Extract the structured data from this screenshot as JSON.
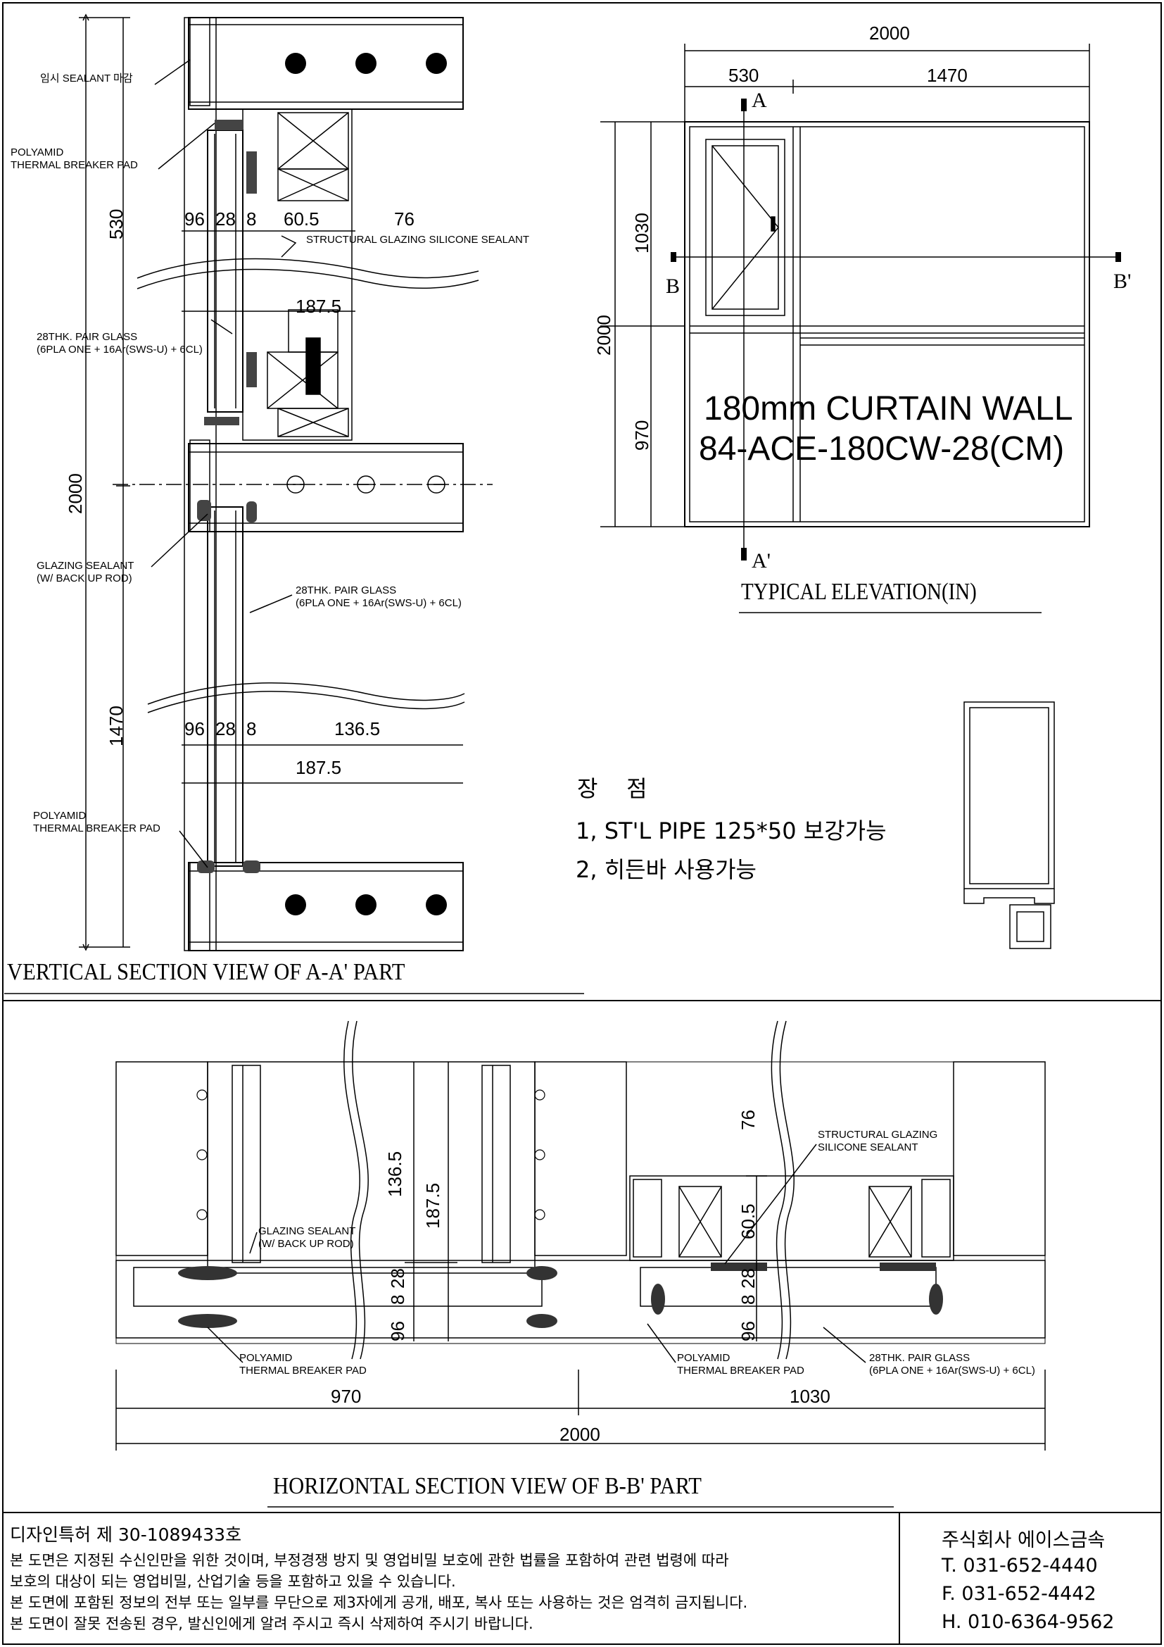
{
  "vertical_section": {
    "title": "VERTICAL SECTION VIEW OF A-A' PART",
    "dims": {
      "d530": "530",
      "d2000": "2000",
      "d1470": "1470",
      "a96": "96",
      "a28": "28",
      "a8": "8",
      "a605": "60.5",
      "a76": "76",
      "a1875top": "187.5",
      "b96": "96",
      "b28": "28",
      "b8": "8",
      "b1365": "136.5",
      "b1875": "187.5"
    },
    "notes": {
      "temp_sealant": "임시 SEALANT 마감",
      "polyamid_top_1": "POLYAMID",
      "polyamid_top_2": "THERMAL BREAKER PAD",
      "structural": "STRUCTURAL GLAZING SILICONE SEALANT",
      "pair_glass_top_1": "28THK. PAIR GLASS",
      "pair_glass_top_2": "(6PLA ONE + 16Ar(SWS-U) + 6CL)",
      "glazing_sealant_1": "GLAZING SEALANT",
      "glazing_sealant_2": "(W/ BACK UP ROD)",
      "pair_glass_mid_1": "28THK. PAIR GLASS",
      "pair_glass_mid_2": "(6PLA ONE + 16Ar(SWS-U) + 6CL)",
      "polyamid_bot_1": "POLYAMID",
      "polyamid_bot_2": "THERMAL BREAKER PAD"
    }
  },
  "elevation": {
    "title": "TYPICAL ELEVATION(IN)",
    "dims": {
      "w2000": "2000",
      "w530": "530",
      "w1470": "1470",
      "h1030": "1030",
      "h2000": "2000",
      "h970": "970"
    },
    "markers": {
      "a": "A",
      "a_prime": "A'",
      "b": "B",
      "b_prime": "B'"
    },
    "label_line1": "180mm CURTAIN WALL",
    "label_line2": "84-ACE-180CW-28(CM)"
  },
  "advantages": {
    "heading": "장    점",
    "items": [
      "1, ST'L PIPE 125*50 보강가능",
      "2, 히든바 사용가능"
    ]
  },
  "horizontal_section": {
    "title": "HORIZONTAL SECTION VIEW OF B-B' PART",
    "dims": {
      "d1365": "136.5",
      "d1875": "187.5",
      "d76": "76",
      "d605": "60.5",
      "l28": "28",
      "l8": "8",
      "l96": "96",
      "r28": "28",
      "r8": "8",
      "r96": "96",
      "w970": "970",
      "w1030": "1030",
      "w2000": "2000"
    },
    "notes": {
      "structural_1": "STRUCTURAL GLAZING",
      "structural_2": "SILICONE SEALANT",
      "glazing_1": "GLAZING SEALANT",
      "glazing_2": "(W/ BACK UP ROD)",
      "polyamid_l_1": "POLYAMID",
      "polyamid_l_2": "THERMAL BREAKER PAD",
      "polyamid_r_1": "POLYAMID",
      "polyamid_r_2": "THERMAL BREAKER PAD",
      "pair_glass_1": "28THK. PAIR GLASS",
      "pair_glass_2": "(6PLA ONE + 16Ar(SWS-U) + 6CL)"
    }
  },
  "footer": {
    "patent": "디자인특허 제 30-1089433호",
    "lines": [
      "본 도면은 지정된 수신인만을 위한 것이며, 부정경쟁 방지 및 영업비밀 보호에 관한 법률을 포함하여 관련 법령에 따라",
      "보호의 대상이 되는 영업비밀, 산업기술 등을 포함하고 있을 수 있습니다.",
      "본 도면에 포함된 정보의 전부 또는 일부를 무단으로 제3자에게 공개, 배포, 복사 또는 사용하는 것은 엄격히 금지됩니다.",
      "본 도면이 잘못 전송된 경우, 발신인에게 알려 주시고 즉시 삭제하여 주시기 바랍니다."
    ],
    "company": "주식회사 에이스금속",
    "tel": "T. 031-652-4440",
    "fax": "F. 031-652-4442",
    "hp": "H. 010-6364-9562"
  }
}
